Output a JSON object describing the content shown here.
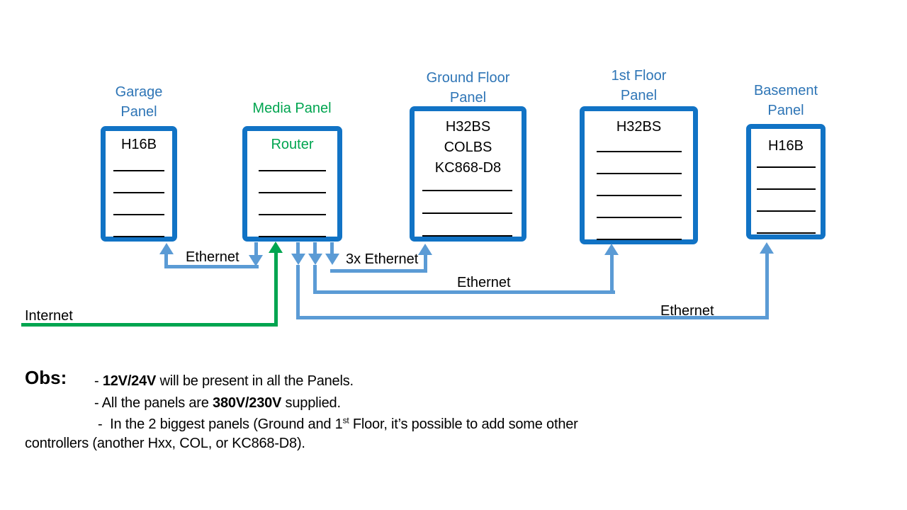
{
  "colors": {
    "panel_border": "#1173C5",
    "title_blue": "#2E75B6",
    "green": "#00A550",
    "arrow_blue": "#5B9BD5"
  },
  "panels": [
    {
      "name": "garage",
      "title": "Garage\nPanel",
      "devices": "H16B",
      "blank_lines": 4
    },
    {
      "name": "media",
      "title": "Media Panel",
      "devices": "Router",
      "blank_lines": 4
    },
    {
      "name": "ground-floor",
      "title": "Ground Floor\nPanel",
      "devices": "H32BS\nCOLBS\nKC868-D8",
      "blank_lines": 3
    },
    {
      "name": "first-floor",
      "title": "1st Floor\nPanel",
      "devices": "H32BS",
      "blank_lines": 5
    },
    {
      "name": "basement",
      "title": "Basement\nPanel",
      "devices": "H16B",
      "blank_lines": 4
    }
  ],
  "connections": {
    "garage_label": "Ethernet",
    "router_label": "3x Ethernet",
    "first_floor_label": "Ethernet",
    "basement_label": "Ethernet",
    "internet_label": "Internet"
  },
  "notes": {
    "heading": "Obs:",
    "line1_prefix": "- ",
    "line1_bold": "12V/24V",
    "line1_rest": " will be present in all the Panels.",
    "line2_prefix": "- All the panels are ",
    "line2_bold": "380V/230V",
    "line2_rest": " supplied.",
    "line3_pre": "-  In the 2 biggest panels (Ground and 1",
    "line3_sup": "st",
    "line3_post": " Floor, it’s possible to add some other",
    "line4": "controllers (another Hxx, COL, or KC868-D8)."
  }
}
